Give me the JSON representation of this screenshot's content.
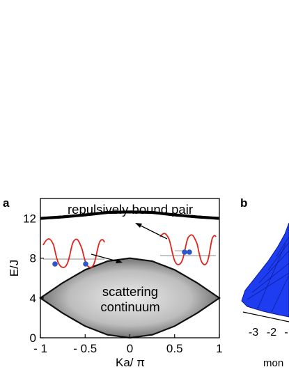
{
  "panels": {
    "a": "a",
    "b": "b"
  },
  "chart_data": {
    "type": "area",
    "xlabel": "Ka/ π",
    "ylabel": "E/J",
    "xlim": [
      -1,
      1
    ],
    "ylim": [
      0,
      14
    ],
    "x_ticks": [
      "- 1",
      "- 0.5",
      "0",
      "0.5",
      "1"
    ],
    "x_tick_values": [
      -1,
      -0.5,
      0,
      0.5,
      1
    ],
    "y_ticks": [
      "0",
      "4",
      "8",
      "12"
    ],
    "y_tick_values": [
      0,
      4,
      8,
      12
    ],
    "grid": false,
    "series": [
      {
        "name": "repulsively bound pair",
        "x": [
          -1,
          -0.75,
          -0.5,
          -0.25,
          0,
          0.25,
          0.5,
          0.75,
          1
        ],
        "y": [
          12.0,
          12.15,
          12.35,
          12.6,
          12.65,
          12.6,
          12.35,
          12.15,
          12.0
        ]
      },
      {
        "name": "scattering continuum upper edge",
        "x": [
          -1,
          -0.75,
          -0.5,
          -0.25,
          0,
          0.25,
          0.5,
          0.75,
          1
        ],
        "y": [
          4.0,
          5.53,
          6.83,
          7.7,
          8.0,
          7.7,
          6.83,
          5.53,
          4.0
        ]
      },
      {
        "name": "scattering continuum lower edge",
        "x": [
          -1,
          -0.75,
          -0.5,
          -0.25,
          0,
          0.25,
          0.5,
          0.75,
          1
        ],
        "y": [
          4.0,
          2.47,
          1.17,
          0.3,
          0.0,
          0.3,
          1.17,
          2.47,
          4.0
        ]
      }
    ],
    "annotations": [
      {
        "text": "repulsively bound pair"
      },
      {
        "text": "scattering continuum"
      }
    ],
    "colors": {
      "bound_pair": "#000000",
      "continuum_edge": "#111111",
      "continuum_center": "#e6e6e6",
      "lattice_potential": "#e0241b",
      "atom": "#2a57c9",
      "surface_b": "#1f3df0"
    }
  },
  "panel_b": {
    "x_ticks": [
      "-3",
      "-2",
      "-"
    ],
    "xlabel_partial": "mon"
  }
}
